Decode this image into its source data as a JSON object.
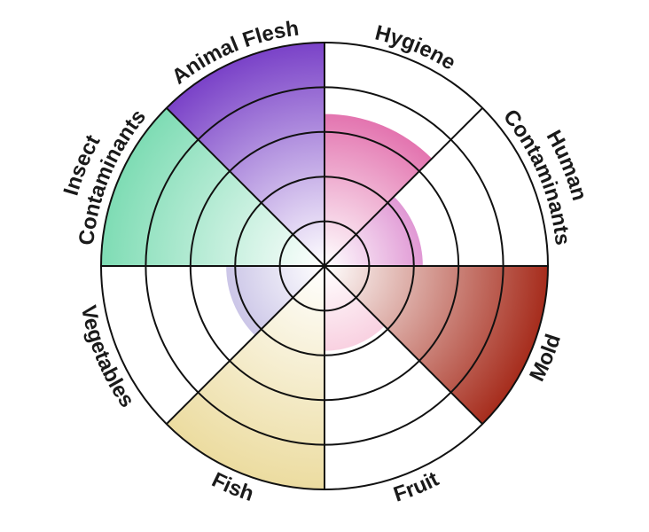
{
  "chart_data": {
    "type": "polar-area",
    "title": "",
    "max_value": 5,
    "rings": 5,
    "grid": true,
    "categories": [
      {
        "label": [
          "Hygiene"
        ],
        "value": 3.4,
        "color": "#d6338a"
      },
      {
        "label": [
          "Human",
          "Contaminants"
        ],
        "value": 2.2,
        "color": "#b9159e"
      },
      {
        "label": [
          "Mold"
        ],
        "value": 5.0,
        "color": "#a62c1c"
      },
      {
        "label": [
          "Fruit"
        ],
        "value": 1.9,
        "color": "#ee86b0"
      },
      {
        "label": [
          "Fish"
        ],
        "value": 5.0,
        "color": "#ecdca0"
      },
      {
        "label": [
          "Vegetables"
        ],
        "value": 2.2,
        "color": "#8a7dc9"
      },
      {
        "label": [
          "Insect",
          "Contaminants"
        ],
        "value": 5.0,
        "color": "#7edcb4"
      },
      {
        "label": [
          "Animal Flesh"
        ],
        "value": 5.0,
        "color": "#7a42c8"
      }
    ]
  }
}
